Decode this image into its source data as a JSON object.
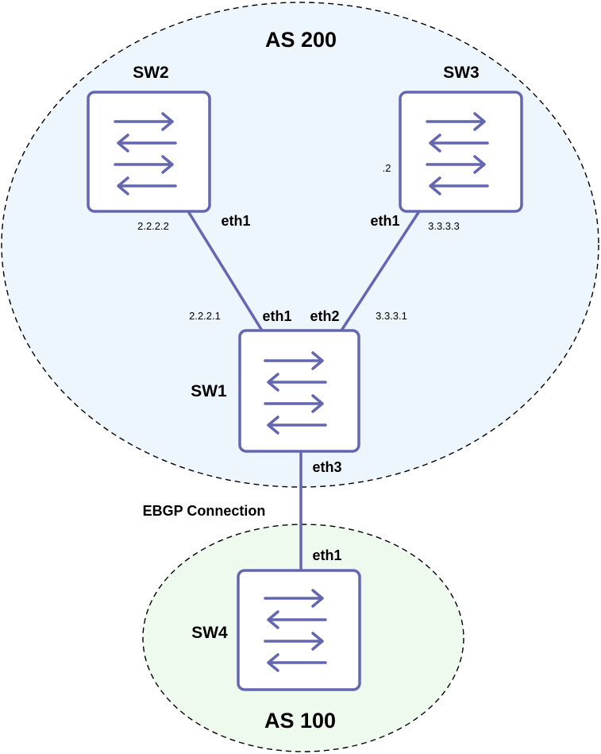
{
  "colors": {
    "device": "#6466b0",
    "as200_fill": "#eef6fd",
    "as100_fill": "#eefaee",
    "boundary": "#000000"
  },
  "as200": {
    "label": "AS 200"
  },
  "as100": {
    "label": "AS 100"
  },
  "switches": {
    "sw1": {
      "name": "SW1",
      "icon": "switch-icon"
    },
    "sw2": {
      "name": "SW2",
      "icon": "switch-icon"
    },
    "sw3": {
      "name": "SW3",
      "icon": "switch-icon"
    },
    "sw4": {
      "name": "SW4",
      "icon": "switch-icon"
    }
  },
  "links": {
    "sw1_sw2": {
      "sw1_port": "eth1",
      "sw1_ip": "2.2.2.1",
      "sw2_port": "eth1",
      "sw2_ip": "2.2.2.2"
    },
    "sw1_sw3": {
      "sw1_port": "eth2",
      "sw1_ip": "3.3.3.1",
      "sw3_port": "eth1",
      "sw3_ip": "3.3.3.3",
      "sw3_extra": ".2"
    },
    "sw1_sw4": {
      "sw1_port": "eth3",
      "sw4_port": "eth1",
      "label": "EBGP Connection"
    }
  }
}
